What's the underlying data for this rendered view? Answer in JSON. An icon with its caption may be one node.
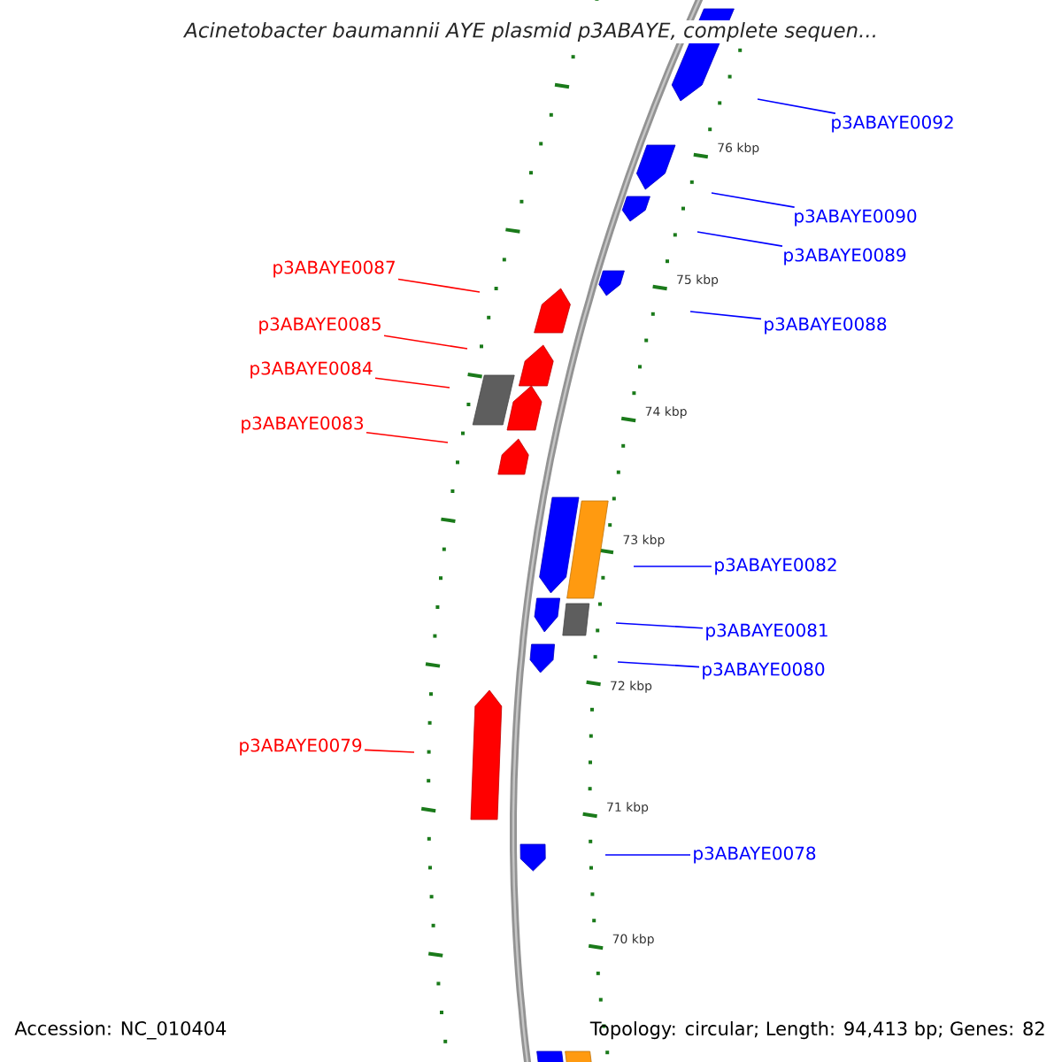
{
  "diagram": {
    "title": "Acinetobacter baumannii AYE plasmid p3ABAYE, complete sequen...",
    "nodes": [
      {
        "text": [
          "p3ABAYE0092"
        ]
      },
      {
        "text": [
          "p3ABAYE0090"
        ]
      },
      {
        "text": [
          "p3ABAYE0089"
        ]
      },
      {
        "text": [
          "p3ABAYE0087"
        ]
      },
      {
        "text": [
          "p3ABAYE0085"
        ]
      },
      {
        "text": [
          "p3ABAYE0088"
        ]
      },
      {
        "text": [
          "p3ABAYE0084"
        ]
      },
      {
        "text": [
          "p3ABAYE0083"
        ]
      },
      {
        "text": [
          "p3ABAYE0082"
        ]
      },
      {
        "text": [
          "p3ABAYE0081"
        ]
      },
      {
        "text": [
          "p3ABAYE0080"
        ]
      },
      {
        "text": [
          "p3ABAYE0079"
        ]
      },
      {
        "text": [
          "p3ABAYE0078"
        ]
      }
    ],
    "edges": [
      {
        "from": 0,
        "to": null,
        "arrow": "none"
      },
      {
        "from": 1,
        "to": null,
        "arrow": "none"
      },
      {
        "from": 2,
        "to": null,
        "arrow": "none"
      },
      {
        "from": 3,
        "to": null,
        "arrow": "none",
        "color": "#ff0000"
      },
      {
        "from": 4,
        "to": null,
        "arrow": "none",
        "color": "#ff0000"
      },
      {
        "from": 5,
        "to": null,
        "arrow": "none"
      },
      {
        "from": 6,
        "to": null,
        "arrow": "none",
        "color": "#ff0000"
      },
      {
        "from": 7,
        "to": null,
        "arrow": "none",
        "color": "#ff0000"
      },
      {
        "from": 8,
        "to": null,
        "arrow": "none"
      },
      {
        "from": 9,
        "to": null,
        "arrow": "none"
      },
      {
        "from": 10,
        "to": null,
        "arrow": "none"
      },
      {
        "from": 11,
        "to": null,
        "arrow": "none",
        "color": "#ff0000"
      },
      {
        "from": 12,
        "to": null,
        "arrow": "none"
      }
    ],
    "labels": [
      "76 kbp",
      "75 kbp",
      "74 kbp",
      "73 kbp",
      "72 kbp",
      "71 kbp",
      "70 kbp",
      "Accession: NC_010404",
      "Topology: circular; Length: 94,413 bp; Genes: 82"
    ]
  }
}
